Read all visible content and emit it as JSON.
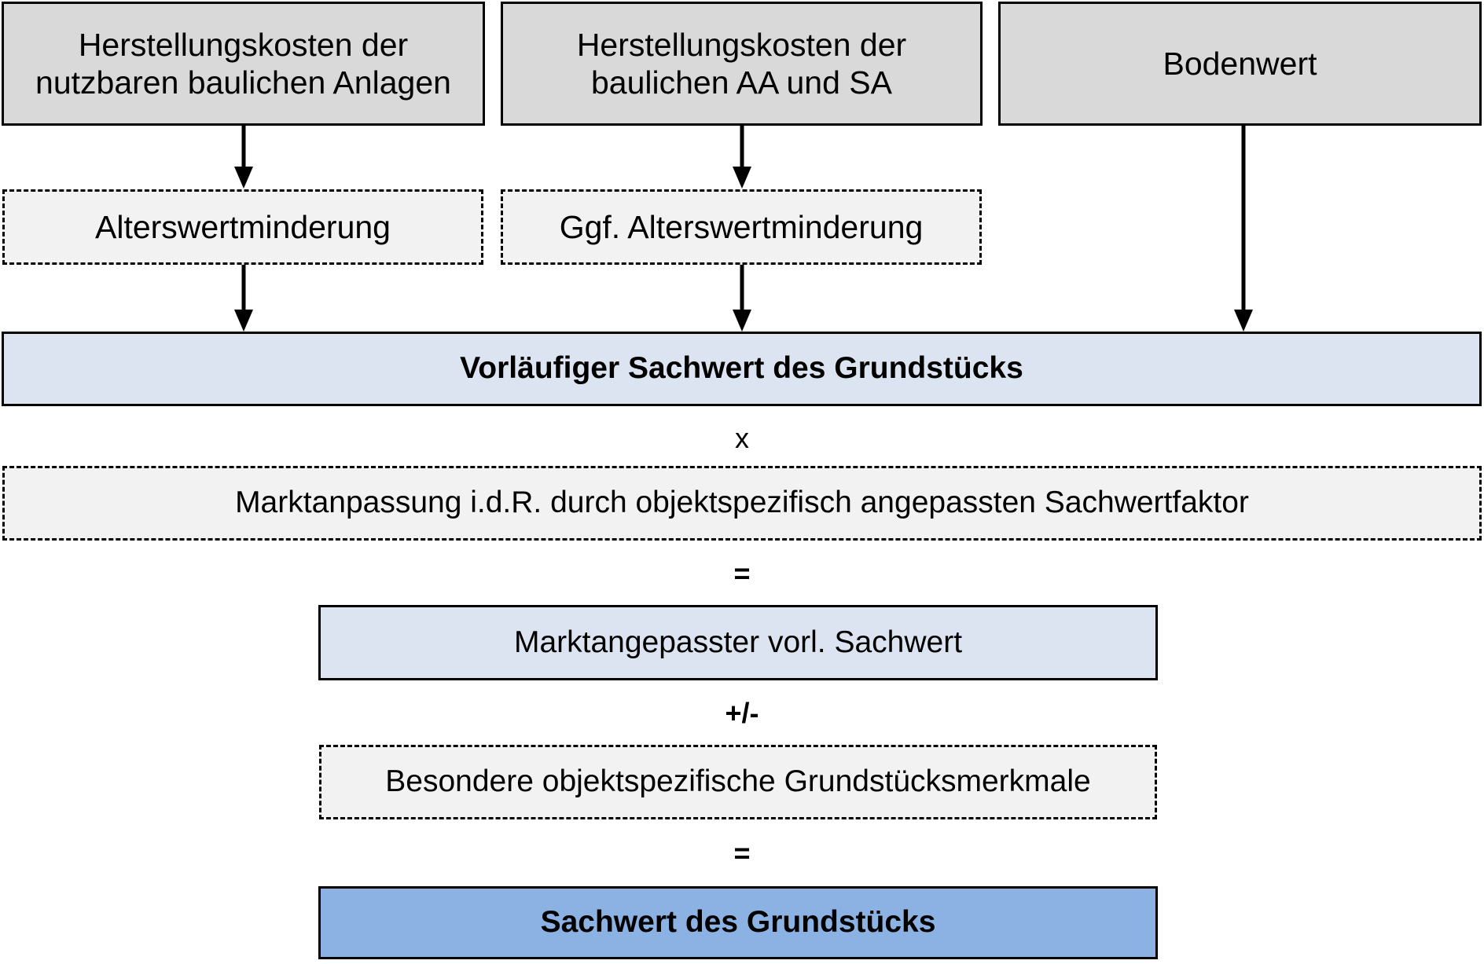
{
  "diagram": {
    "title_semantic": "Sachwertverfahren Ablaufdiagramm",
    "colors": {
      "gray_fill": "#D9D9D9",
      "dashed_fill": "#F2F2F2",
      "light_blue_fill": "#DCE4F1",
      "mid_blue_fill": "#8CB2E4",
      "stroke": "#000000",
      "background": "#FFFFFF"
    },
    "nodes": {
      "cost_usable": {
        "line1": "Herstellungskosten der",
        "line2": "nutzbaren baulichen Anlagen"
      },
      "cost_aa_sa": {
        "line1": "Herstellungskosten der",
        "line2": "baulichen AA und SA"
      },
      "land_value": {
        "label": "Bodenwert"
      },
      "depreciation_1": {
        "label": "Alterswertminderung"
      },
      "depreciation_2": {
        "label": "Ggf. Alterswertminderung"
      },
      "preliminary_value": {
        "label": "Vorläufiger Sachwert des Grundstücks"
      },
      "market_adjustment": {
        "label": "Marktanpassung i.d.R. durch objektspezifisch angepassten Sachwertfaktor"
      },
      "adjusted_preliminary": {
        "label": "Marktangepasster vorl. Sachwert"
      },
      "special_features": {
        "label": "Besondere objektspezifische Grundstücksmerkmale"
      },
      "final_value": {
        "label": "Sachwert des Grundstücks"
      }
    },
    "operators": {
      "multiply": "x",
      "equals_1": "=",
      "plus_minus": "+/-",
      "equals_2": "="
    }
  }
}
